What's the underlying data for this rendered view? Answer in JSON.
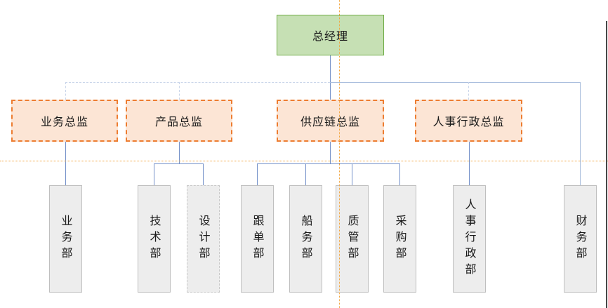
{
  "org": {
    "root": {
      "label": "总经理"
    },
    "directors": [
      {
        "label": "业务总监"
      },
      {
        "label": "产品总监"
      },
      {
        "label": "供应链总监"
      },
      {
        "label": "人事行政总监"
      }
    ],
    "departments": [
      {
        "label": "业务部"
      },
      {
        "label": "技术部"
      },
      {
        "label": "设计部"
      },
      {
        "label": "跟单部"
      },
      {
        "label": "船务部"
      },
      {
        "label": "质管部"
      },
      {
        "label": "采购部"
      },
      {
        "label": "人事行政部"
      },
      {
        "label": "财务部"
      }
    ]
  },
  "colors": {
    "root_fill": "#c6e0b4",
    "root_border": "#70ad47",
    "director_fill": "#fce5d5",
    "director_border": "#ed7d31",
    "dept_fill": "#ededed",
    "dept_border": "#bfbfbf",
    "dept_dashed_border": "#c8c8c8",
    "line_solid": "#7491c9",
    "line_light": "#a9bedd",
    "line_dashed": "#c9d5ea",
    "guideline": "#f2a43c",
    "edge": "#474747"
  }
}
